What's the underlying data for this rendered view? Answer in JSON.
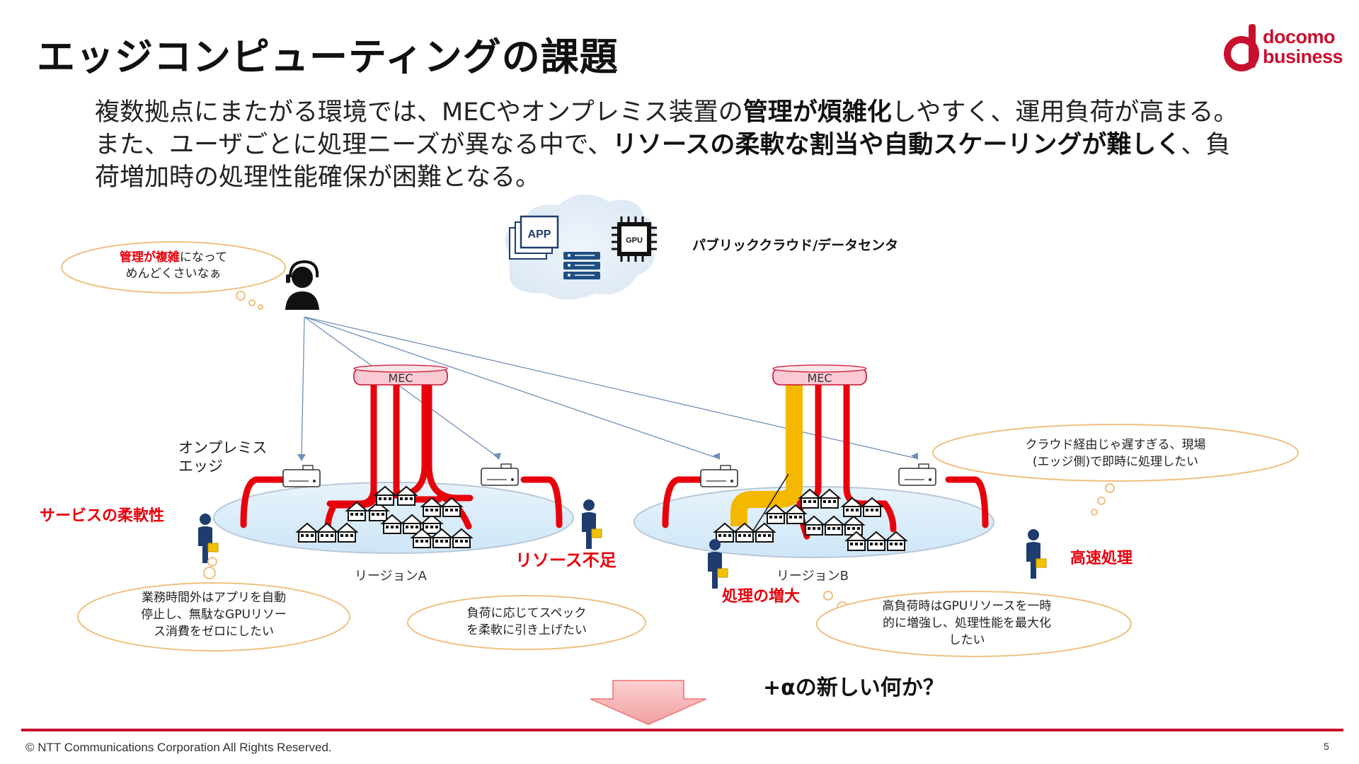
{
  "title": "エッジコンピューティングの課題",
  "logo": {
    "line1": "docomo",
    "line2": "business"
  },
  "intro": {
    "p1": "複数拠点にまたがる環境では、MECやオンプレミス装置の",
    "b1": "管理が煩雑化",
    "p2": "しやすく、運用負荷が高まる。また、ユーザごとに処理ニーズが異なる中で、",
    "b2": "リソースの柔軟な割当や自動スケーリングが難しく",
    "p3": "、負荷増加時の処理性能確保が困難となる。"
  },
  "cloud": {
    "app_label": "APP",
    "gpu_label": "GPU",
    "label": "パブリッククラウド/データセンタ"
  },
  "admin_bubble": {
    "red": "管理が複雑",
    "rest1": "になって",
    "line2": "めんどくさいなぁ"
  },
  "mec_label": "MEC",
  "onprem_label": {
    "line1": "オンプレミス",
    "line2": "エッジ"
  },
  "region_a": "リージョンA",
  "region_b": "リージョンB",
  "red_labels": {
    "flex": "サービスの柔軟性",
    "shortage": "リソース不足",
    "increase": "処理の増大",
    "fast": "高速処理"
  },
  "bubbles": {
    "business_hours": {
      "line1": "業務時間外はアプリを自動",
      "line2": "停止し、無駄なGPUリソー",
      "line3": "ス消費をゼロにしたい"
    },
    "load_spec": {
      "line1": "負荷に応じてスペック",
      "line2": "を柔軟に引き上げたい"
    },
    "high_load": {
      "line1": "高負荷時はGPUリソースを一時",
      "line2": "的に増強し、処理性能を最大化",
      "line3": "したい"
    },
    "cloud_slow": {
      "line1": "クラウド経由じゃ遅すぎる、現場",
      "line2": "(エッジ側)で即時に処理したい"
    }
  },
  "alpha_text": "+αの新しい何か？",
  "footer": {
    "copyright": "© NTT Communications Corporation All Rights Reserved.",
    "page": "5"
  },
  "colors": {
    "accent_red": "#c8102e",
    "pipe_red": "#e8000b",
    "pipe_yellow": "#f5b800",
    "navy": "#1f3c6e",
    "bubble_border": "#f0c080"
  }
}
